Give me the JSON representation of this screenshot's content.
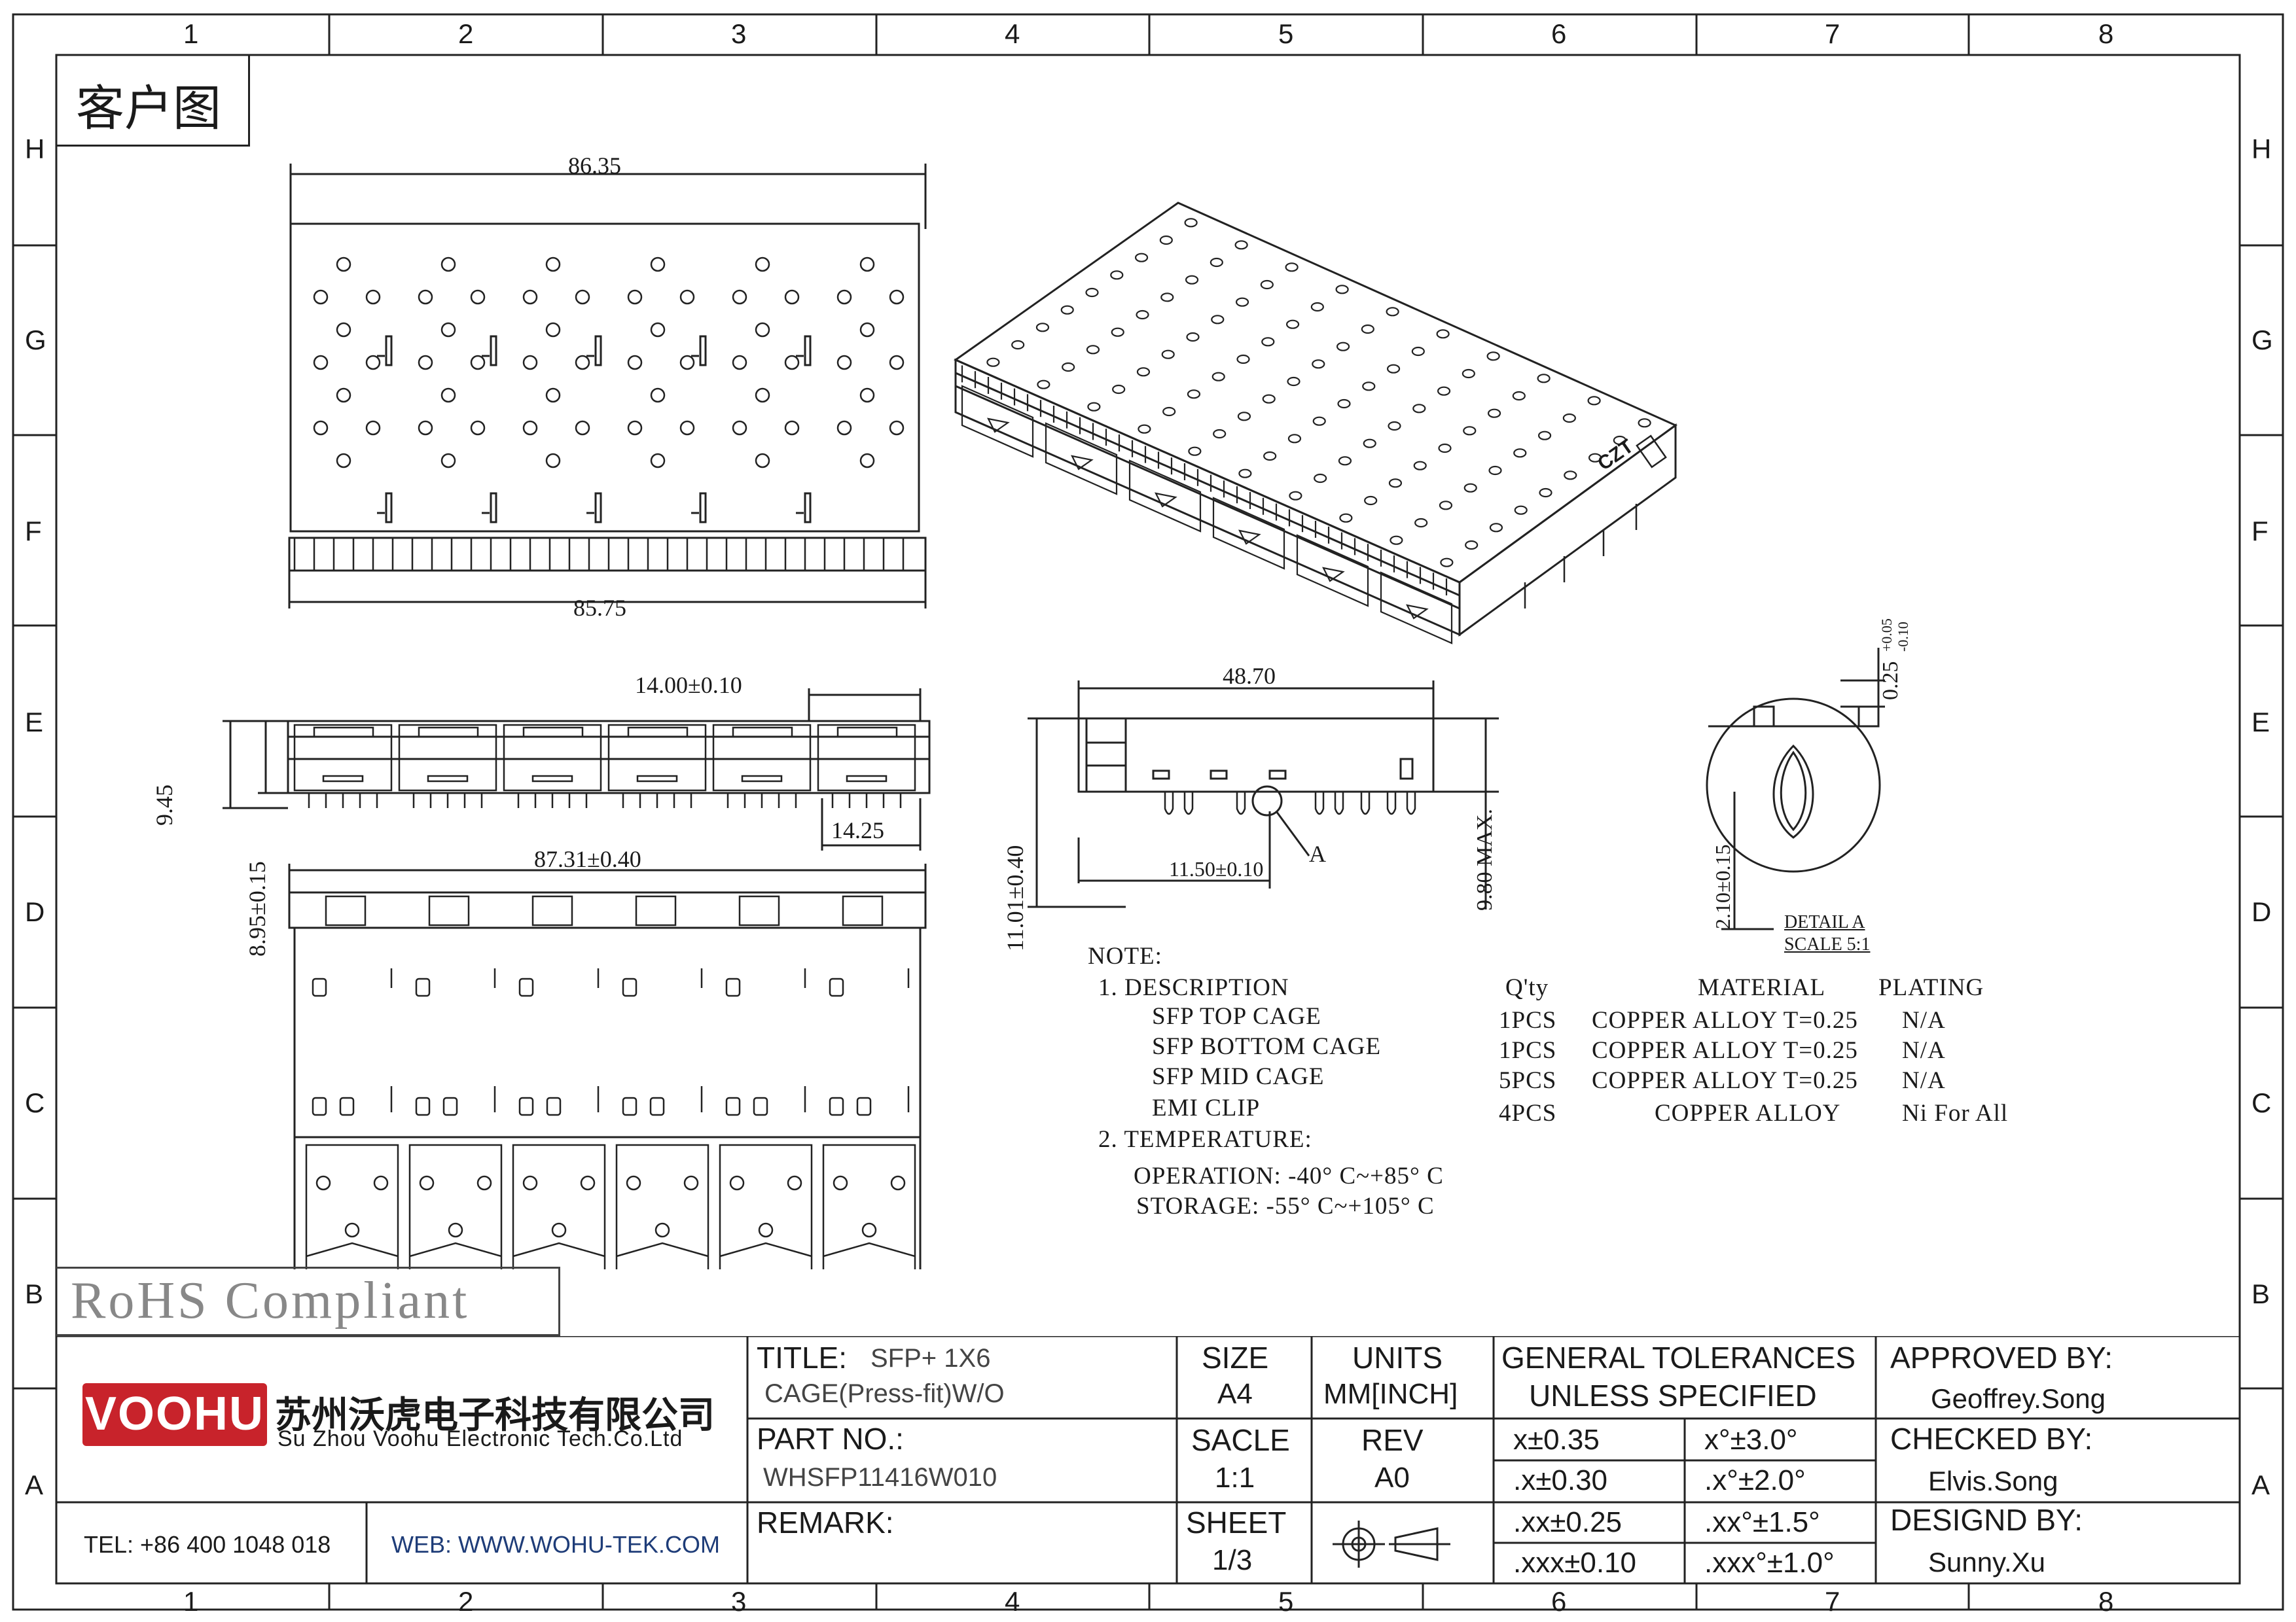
{
  "zones": {
    "columns": [
      "1",
      "2",
      "3",
      "4",
      "5",
      "6",
      "7",
      "8"
    ],
    "rows": [
      "H",
      "G",
      "F",
      "E",
      "D",
      "C",
      "B",
      "A"
    ]
  },
  "header_label": "客户图",
  "rohs": "RoHS  Compliant",
  "dimensions": {
    "top_width": "86.35",
    "top_bottom_width": "85.75",
    "front_pitch": "14.00±0.10",
    "front_slot": "14.25",
    "front_height_a": "9.45",
    "front_height_b": "8.95±0.15",
    "bottom_width": "87.31±0.40",
    "side_length": "48.70",
    "side_offset": "11.50±0.10",
    "side_height_total": "11.01±0.40",
    "side_height_max": "9.80  MAX.",
    "detail_ref": "A",
    "detail_pin_thickness": "0.25",
    "detail_tol_plus": "+0.05",
    "detail_tol_minus": "-0.10",
    "detail_pin_height": "2.10±0.15",
    "detail_title": "DETAIL  A",
    "detail_scale": "SCALE  5:1"
  },
  "product_marking": "CZT",
  "notes": {
    "heading": "NOTE:",
    "desc_title": "1.  DESCRIPTION",
    "parts": [
      "SFP TOP CAGE",
      "SFP BOTTOM CAGE",
      "SFP MID CAGE",
      "EMI CLIP"
    ],
    "temp_title": "2.  TEMPERATURE:",
    "operation": "OPERATION: -40° C~+85° C",
    "storage": "STORAGE:  -55° C~+105° C"
  },
  "bom": {
    "headers": [
      "Q'ty",
      "MATERIAL",
      "PLATING"
    ],
    "rows": [
      {
        "qty": "1PCS",
        "material": "COPPER ALLOY T=0.25",
        "plating": "N/A"
      },
      {
        "qty": "1PCS",
        "material": "COPPER ALLOY T=0.25",
        "plating": "N/A"
      },
      {
        "qty": "5PCS",
        "material": "COPPER ALLOY T=0.25",
        "plating": "N/A"
      },
      {
        "qty": "4PCS",
        "material": "COPPER ALLOY",
        "plating": "Ni For All"
      }
    ]
  },
  "title_block": {
    "logo": "VOOHU",
    "company_cn": "苏州沃虎电子科技有限公司",
    "company_en": "Su Zhou Voohu Electronic Tech.Co.Ltd",
    "tel": "TEL: +86 400 1048 018",
    "web": "WEB: WWW.WOHU-TEK.COM",
    "title_label": "TITLE:",
    "title_value_1": "SFP+ 1X6",
    "title_value_2": "CAGE(Press-fit)W/O",
    "part_label": "PART NO.:",
    "part_value": "WHSFP11416W010",
    "remark_label": "REMARK:",
    "size_label": "SIZE",
    "size_value": "A4",
    "units_label": "UNITS",
    "units_value": "MM[INCH]",
    "scale_label": "SACLE",
    "scale_value": "1:1",
    "rev_label": "REV",
    "rev_value": "A0",
    "sheet_label": "SHEET",
    "sheet_value": "1/3",
    "tol_title_1": "GENERAL TOLERANCES",
    "tol_title_2": "UNLESS SPECIFIED",
    "tolerances": [
      [
        "x±0.35",
        "x°±3.0°"
      ],
      [
        ".x±0.30",
        ".x°±2.0°"
      ],
      [
        ".xx±0.25",
        ".xx°±1.5°"
      ],
      [
        ".xxx±0.10",
        ".xxx°±1.0°"
      ]
    ],
    "approved_label": "APPROVED BY:",
    "approved_value": "Geoffrey.Song",
    "checked_label": "CHECKED BY:",
    "checked_value": "Elvis.Song",
    "designed_label": "DESIGND BY:",
    "designed_value": "Sunny.Xu"
  }
}
